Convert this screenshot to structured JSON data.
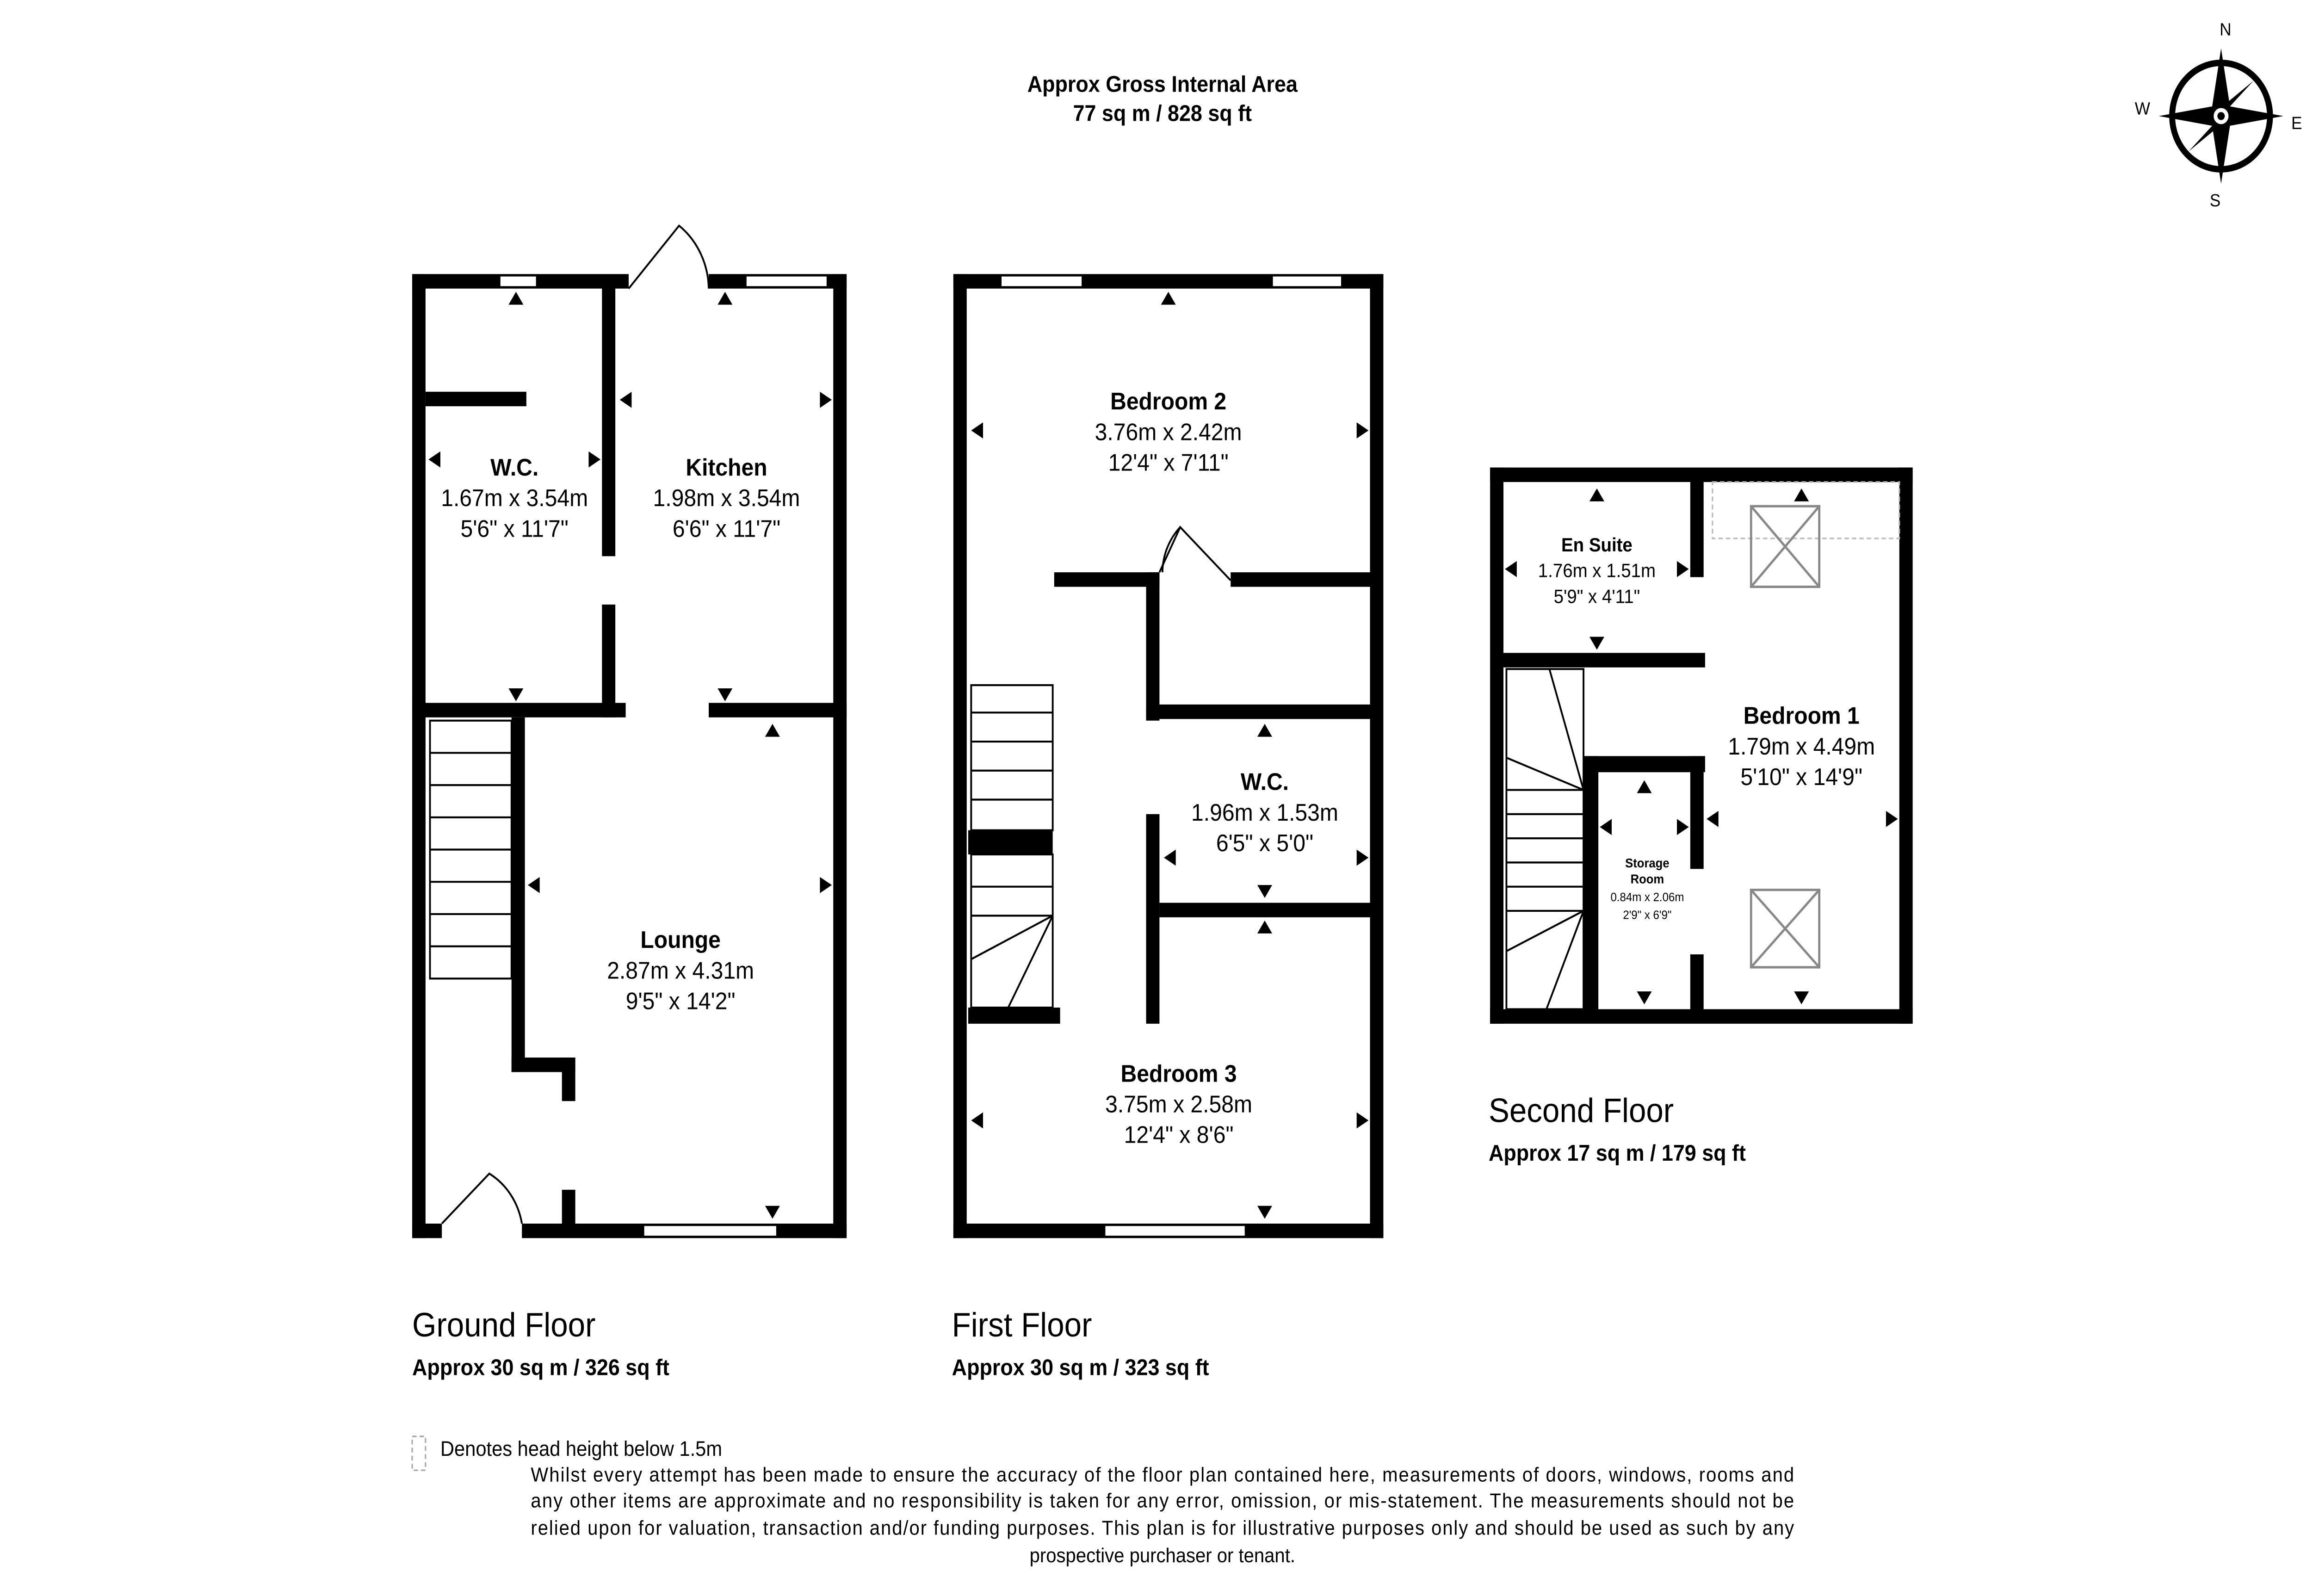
{
  "header": {
    "title": "Approx Gross Internal Area",
    "area": "77 sq m / 828 sq ft"
  },
  "compass": {
    "n": "N",
    "s": "S",
    "e": "E",
    "w": "W"
  },
  "ground_floor": {
    "label": "Ground Floor",
    "area": "Approx 30 sq m / 326 sq ft",
    "rooms": [
      {
        "name": "W.C.",
        "metric": "1.67m x 3.54m",
        "imperial": "5'6\" x 11'7\""
      },
      {
        "name": "Kitchen",
        "metric": "1.98m x 3.54m",
        "imperial": "6'6\" x 11'7\""
      },
      {
        "name": "Lounge",
        "metric": "2.87m x 4.31m",
        "imperial": "9'5\" x 14'2\""
      }
    ]
  },
  "first_floor": {
    "label": "First Floor",
    "area": "Approx 30 sq m / 323 sq ft",
    "rooms": [
      {
        "name": "Bedroom 2",
        "metric": "3.76m x 2.42m",
        "imperial": "12'4\" x 7'11\""
      },
      {
        "name": "W.C.",
        "metric": "1.96m x 1.53m",
        "imperial": "6'5\" x 5'0\""
      },
      {
        "name": "Bedroom 3",
        "metric": "3.75m x 2.58m",
        "imperial": "12'4\" x 8'6\""
      }
    ]
  },
  "second_floor": {
    "label": "Second Floor",
    "area": "Approx 17 sq m / 179 sq ft",
    "rooms": [
      {
        "name": "En Suite",
        "metric": "1.76m x 1.51m",
        "imperial": "5'9\" x 4'11\""
      },
      {
        "name": "Bedroom 1",
        "metric": "1.79m x 4.49m",
        "imperial": "5'10\" x 14'9\""
      },
      {
        "name_line1": "Storage",
        "name_line2": "Room",
        "metric": "0.84m x 2.06m",
        "imperial": "2'9\" x 6'9\""
      }
    ]
  },
  "legend": {
    "head_height": "Denotes head height below 1.5m"
  },
  "disclaimer": [
    "Whilst every attempt has been made to ensure the accuracy of the floor plan contained here, measurements of doors, windows, rooms and",
    "any other items are approximate and no responsibility is taken for any error, omission, or mis-statement. The measurements should not be",
    "relied upon for valuation, transaction and/or funding purposes. This plan is for illustrative purposes only and should be used as such by any",
    "prospective purchaser or tenant."
  ]
}
